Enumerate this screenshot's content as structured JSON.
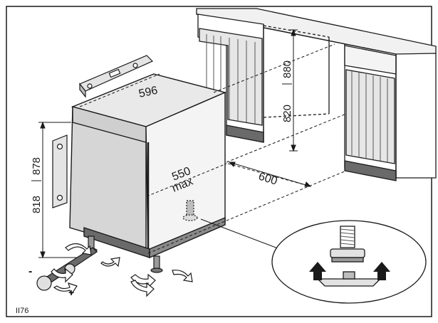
{
  "figure": {
    "code": "II76",
    "colors": {
      "stroke": "#1a1a1a",
      "panel": "#d8d8d8",
      "top": "#e9e9e9",
      "side": "#c7c7c7",
      "dark": "#4a4a4a",
      "background": "#ffffff"
    }
  },
  "dimensions": {
    "width": "596",
    "depth_max_value": "550",
    "depth_max_unit": "max",
    "niche_depth": "600",
    "height_min": "818",
    "height_max": "878",
    "niche_height_min": "820",
    "niche_height_max": "880"
  },
  "symbols": {
    "minus": "-",
    "plus": "+"
  },
  "icons": [
    "spirit-level-icon",
    "rotate-arrow-icon",
    "up-arrow-icon",
    "adjustable-foot-icon"
  ]
}
